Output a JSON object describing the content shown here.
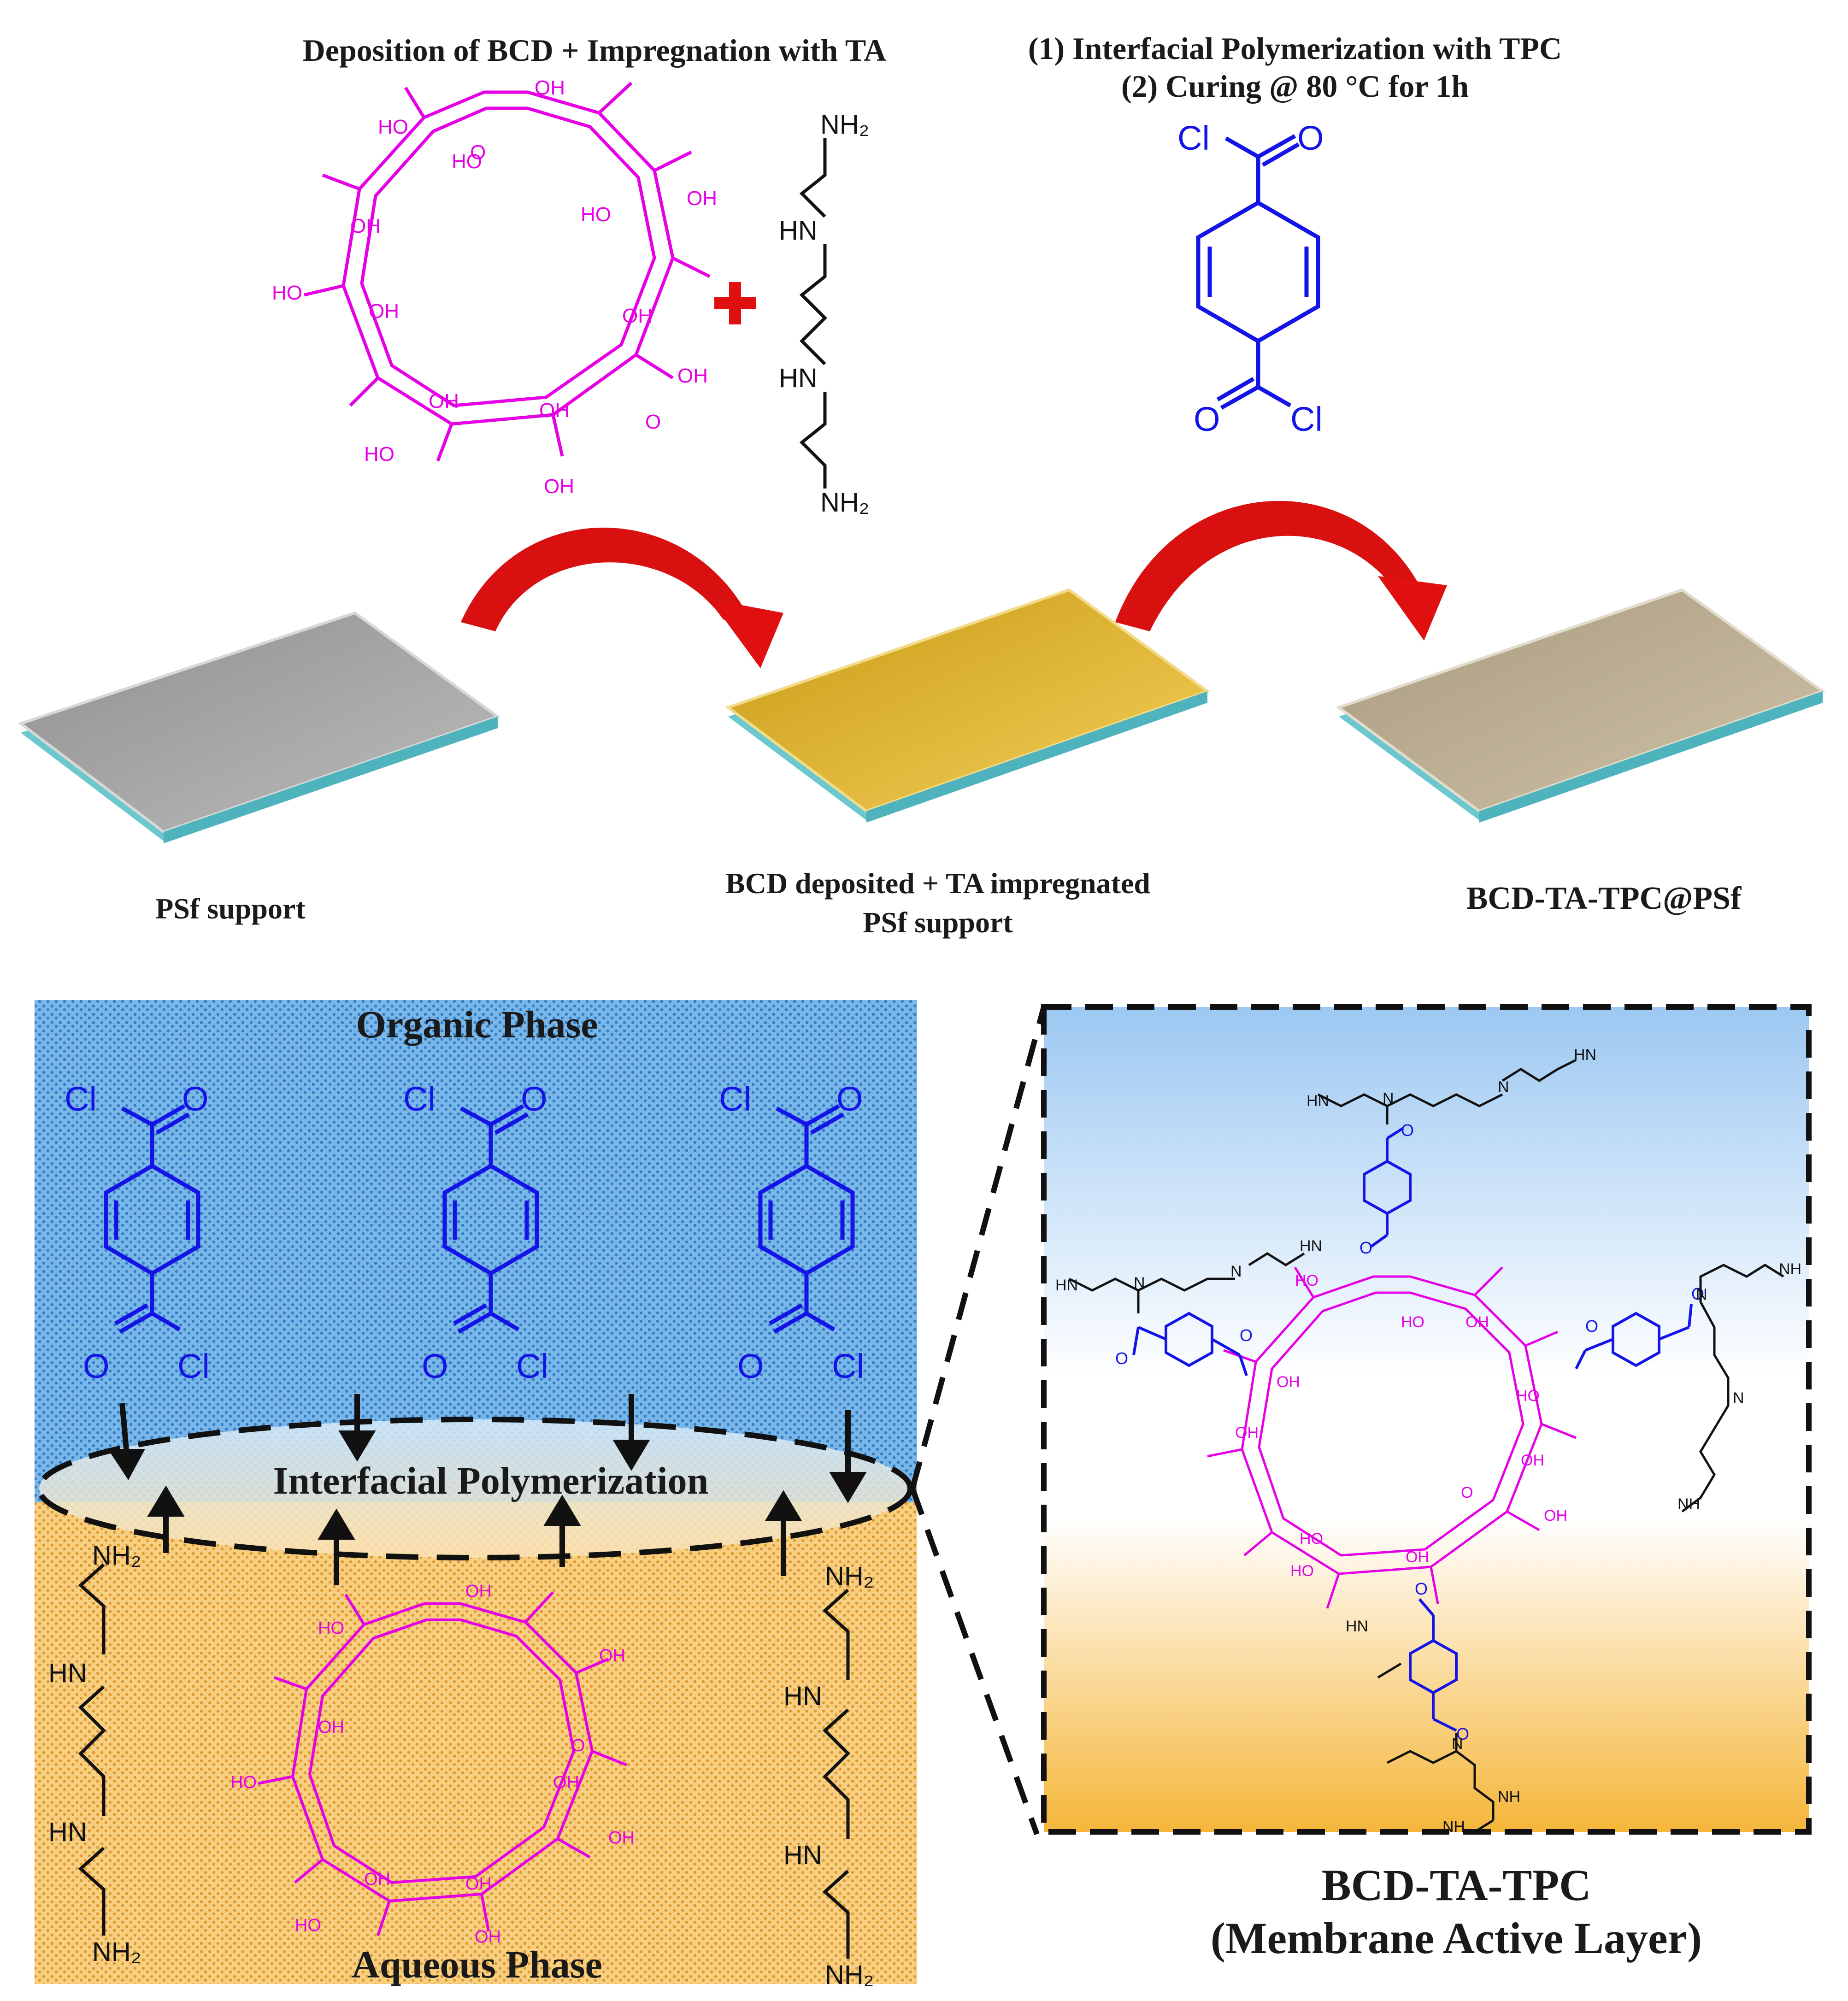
{
  "steps": {
    "step1_label": "Deposition of BCD + Impregnation with TA",
    "step2_line1": "(1) Interfacial Polymerization with TPC",
    "step2_line2": "(2) Curing @ 80 °C for 1h"
  },
  "supports": {
    "psf_label": "PSf support",
    "impregnated_line1": "BCD deposited + TA impregnated",
    "impregnated_line2": "PSf support",
    "final_label": "BCD-TA-TPC@PSf"
  },
  "phases": {
    "organic": "Organic Phase",
    "interface": "Interfacial Polymerization",
    "aqueous": "Aqueous Phase"
  },
  "active_layer": {
    "line1": "BCD-TA-TPC",
    "line2": "(Membrane Active Layer)"
  },
  "atoms": {
    "oh": "OH",
    "ho": "HO",
    "o": "O",
    "cl": "Cl",
    "nh2": "NH₂",
    "hn": "HN",
    "nh": "NH",
    "n": "N"
  },
  "colors": {
    "bcd": "#e600e6",
    "tpc": "#1414e6",
    "amine": "#111111",
    "arrow_red": "#e01010",
    "organic_blue": "#5aa0dc",
    "aqueous_orange": "#f2b64a"
  }
}
